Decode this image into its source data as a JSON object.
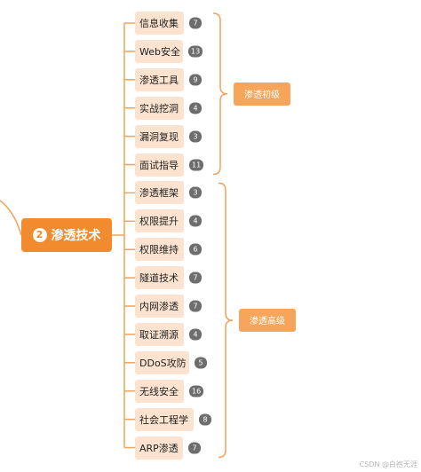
{
  "root": {
    "number": "2",
    "label": "渗透技术"
  },
  "groups": [
    {
      "label": "渗透初级"
    },
    {
      "label": "渗透高级"
    }
  ],
  "items": [
    {
      "label": "信息收集",
      "count": "7",
      "group": 0
    },
    {
      "label": "Web安全",
      "count": "13",
      "group": 0
    },
    {
      "label": "渗透工具",
      "count": "9",
      "group": 0
    },
    {
      "label": "实战挖洞",
      "count": "4",
      "group": 0
    },
    {
      "label": "漏洞复现",
      "count": "3",
      "group": 0
    },
    {
      "label": "面试指导",
      "count": "11",
      "group": 0
    },
    {
      "label": "渗透框架",
      "count": "3",
      "group": 1
    },
    {
      "label": "权限提升",
      "count": "4",
      "group": 1
    },
    {
      "label": "权限维持",
      "count": "6",
      "group": 1
    },
    {
      "label": "隧道技术",
      "count": "7",
      "group": 1
    },
    {
      "label": "内网渗透",
      "count": "7",
      "group": 1
    },
    {
      "label": "取证溯源",
      "count": "4",
      "group": 1
    },
    {
      "label": "DDoS攻防",
      "count": "5",
      "group": 1
    },
    {
      "label": "无线安全",
      "count": "16",
      "group": 1
    },
    {
      "label": "社会工程学",
      "count": "8",
      "group": 1
    },
    {
      "label": "ARP渗透",
      "count": "7",
      "group": 1
    }
  ],
  "colors": {
    "line": "#f2a25c",
    "root": "#f28a2e",
    "item_fill": "#fbe3cf",
    "badge": "#6d6d6d",
    "group_fill": "#f6a55a"
  },
  "watermark": "CSDN @白袍无涯"
}
